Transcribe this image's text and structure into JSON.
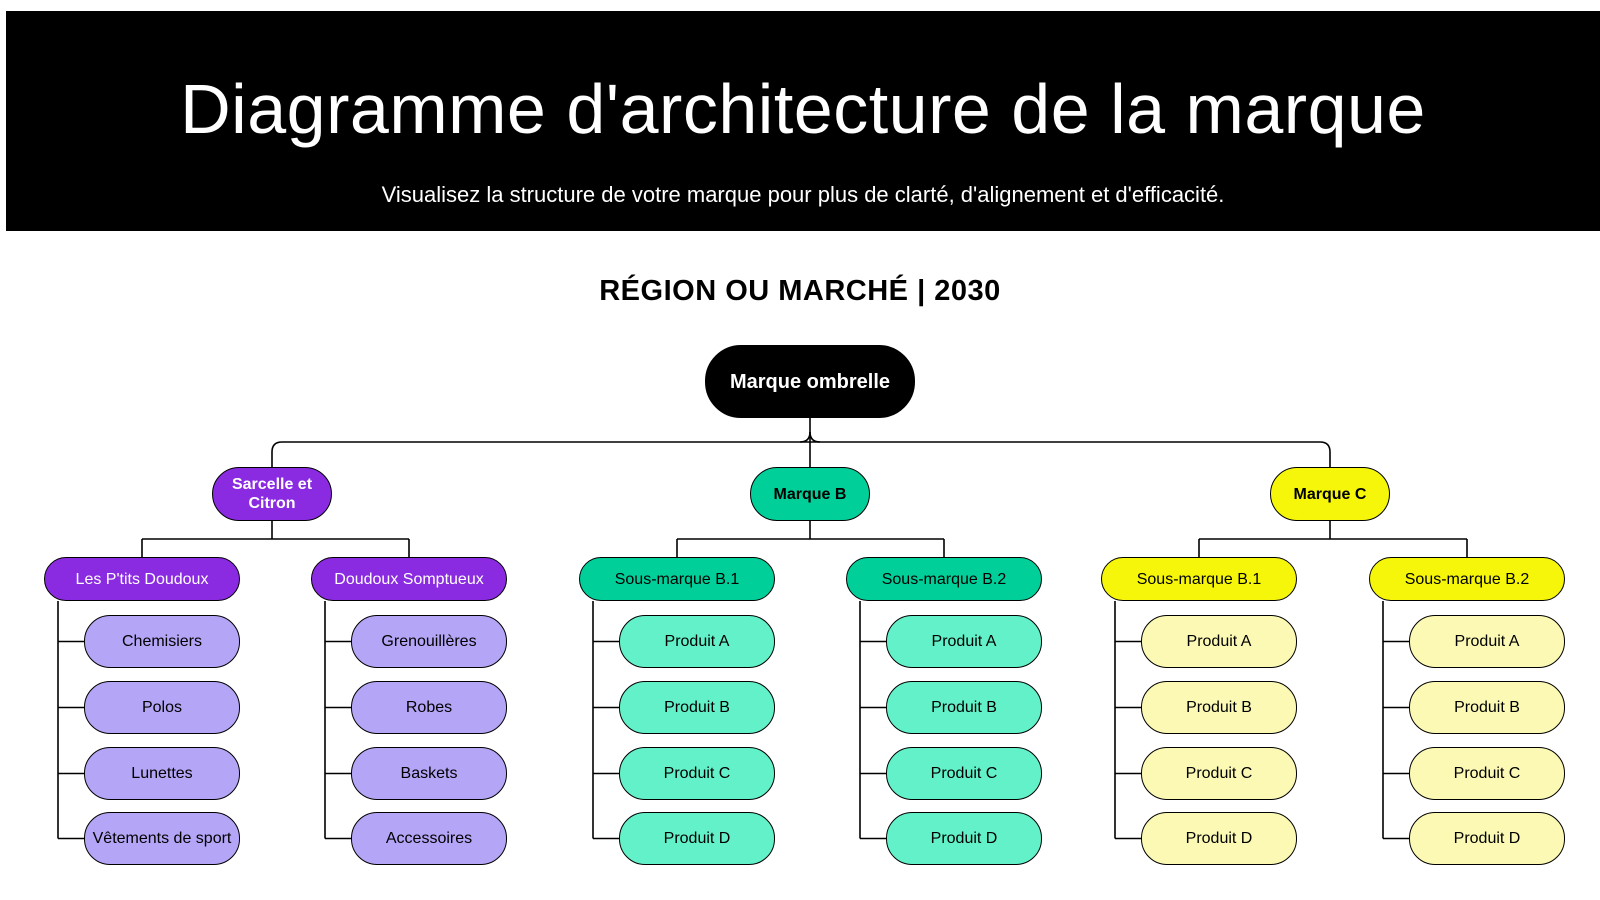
{
  "header": {
    "title": "Diagramme d'architecture de la marque",
    "subtitle": "Visualisez la structure de votre marque pour plus de clarté, d'alignement et d'efficacité."
  },
  "section_title": "RÉGION OU MARCHÉ | 2030",
  "colors": {
    "header_bg": "#000000",
    "root_bg": "#000000",
    "purple_brand": "#8a2be2",
    "purple_sub": "#8a2be2",
    "purple_product": "#b5a5f7",
    "green_brand": "#00cf99",
    "green_sub": "#00cf99",
    "green_product": "#62f1c8",
    "yellow_brand": "#f6f60a",
    "yellow_sub": "#f6f60a",
    "yellow_product": "#fbf9b4"
  },
  "tree": {
    "root": "Marque ombrelle",
    "brands": [
      {
        "label": "Sarcelle et Citron",
        "subbrands": [
          {
            "label": "Les P'tits Doudoux",
            "products": [
              "Chemisiers",
              "Polos",
              "Lunettes",
              "Vêtements de sport"
            ]
          },
          {
            "label": "Doudoux Somptueux",
            "products": [
              "Grenouillères",
              "Robes",
              "Baskets",
              "Accessoires"
            ]
          }
        ]
      },
      {
        "label": "Marque B",
        "subbrands": [
          {
            "label": "Sous-marque B.1",
            "products": [
              "Produit A",
              "Produit B",
              "Produit C",
              "Produit D"
            ]
          },
          {
            "label": "Sous-marque B.2",
            "products": [
              "Produit A",
              "Produit B",
              "Produit C",
              "Produit D"
            ]
          }
        ]
      },
      {
        "label": "Marque C",
        "subbrands": [
          {
            "label": "Sous-marque B.1",
            "products": [
              "Produit A",
              "Produit B",
              "Produit C",
              "Produit D"
            ]
          },
          {
            "label": "Sous-marque B.2",
            "products": [
              "Produit A",
              "Produit B",
              "Produit C",
              "Produit D"
            ]
          }
        ]
      }
    ]
  }
}
